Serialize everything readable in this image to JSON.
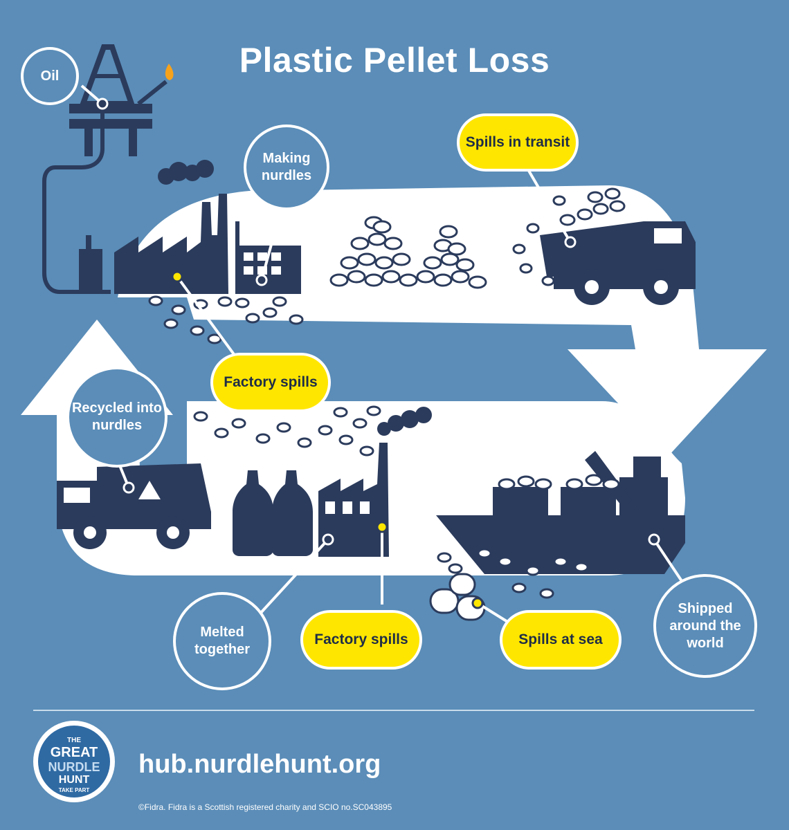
{
  "title": "Plastic Pellet Loss",
  "labels": {
    "oil": "Oil",
    "making_nurdles": "Making nurdles",
    "spills_in_transit": "Spills in transit",
    "factory_spills_top": "Factory spills",
    "recycled_into_nurdles": "Recycled into nurdles",
    "melted_together": "Melted together",
    "factory_spills_bottom": "Factory spills",
    "spills_at_sea": "Spills at sea",
    "shipped_around_the_world": "Shipped around the world"
  },
  "footer": {
    "badge": {
      "line1": "THE",
      "line2": "GREAT",
      "line3": "NURDLE",
      "line4": "HUNT",
      "line5": "TAKE PART"
    },
    "url": "hub.nurdlehunt.org",
    "credit": "©Fidra. Fidra is a Scottish registered charity and SCIO no.SC043895"
  },
  "icons": [
    "oil-rig-icon",
    "flame-icon",
    "smoke-icon",
    "factory-icon",
    "pellet-pile-icon",
    "dump-truck-icon",
    "cargo-ship-icon",
    "crane-icon",
    "container-icon",
    "bottle-icon",
    "recycling-truck-icon",
    "recycle-icon",
    "nurdle-icon",
    "cycle-arrow-icon"
  ],
  "colors": {
    "background": "#5b8db8",
    "silhouette": "#2b3b5c",
    "highlight": "#ffe600",
    "arrow": "#ffffff",
    "flame": "#f7a21b"
  }
}
